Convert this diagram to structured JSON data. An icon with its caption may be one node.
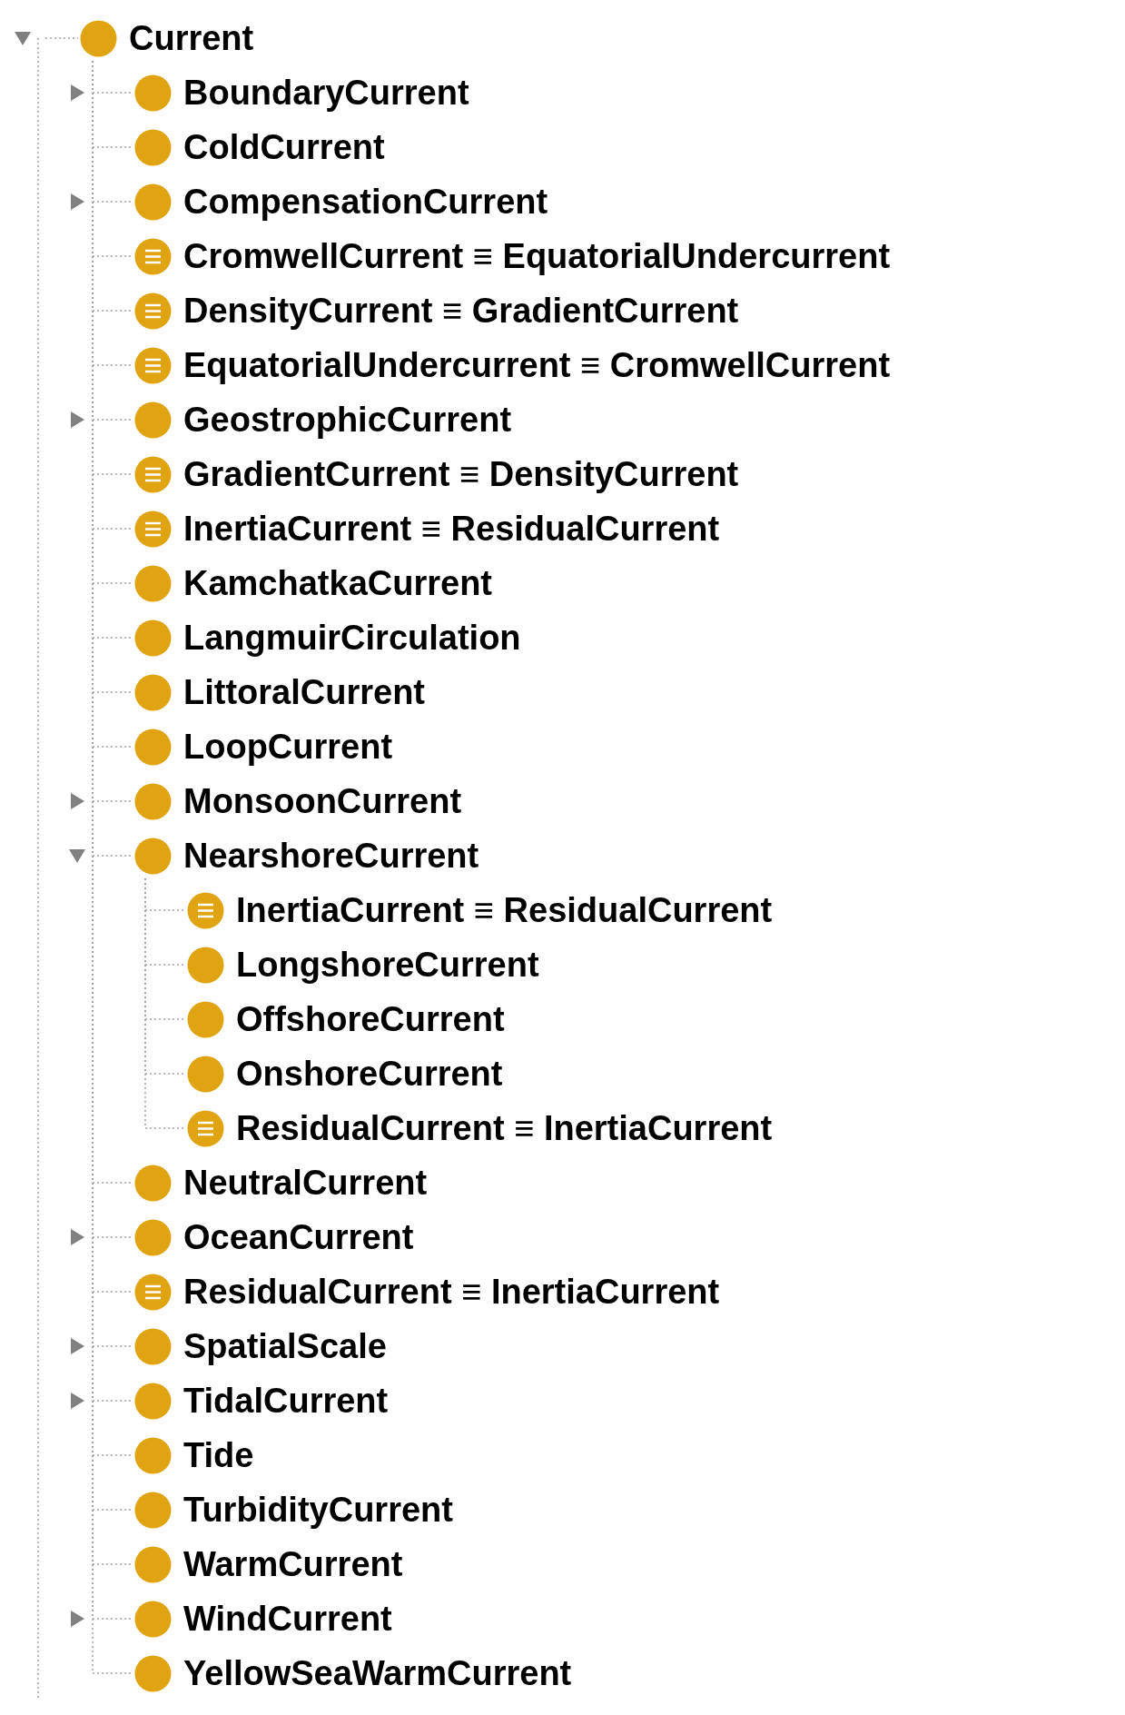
{
  "diagram": {
    "nodes": [
      {
        "text": [
          "Current"
        ]
      },
      {
        "text": [
          "BoundaryCurrent"
        ]
      },
      {
        "text": [
          "ColdCurrent"
        ]
      },
      {
        "text": [
          "CompensationCurrent"
        ]
      },
      {
        "text": [
          "CromwellCurrent ≡ EquatorialUndercurrent"
        ]
      },
      {
        "text": [
          "DensityCurrent ≡ GradientCurrent"
        ]
      },
      {
        "text": [
          "EquatorialUndercurrent ≡ CromwellCurrent"
        ]
      },
      {
        "text": [
          "GeostrophicCurrent"
        ]
      },
      {
        "text": [
          "GradientCurrent ≡ DensityCurrent"
        ]
      },
      {
        "text": [
          "InertiaCurrent ≡ ResidualCurrent"
        ]
      },
      {
        "text": [
          "KamchatkaCurrent"
        ]
      },
      {
        "text": [
          "LangmuirCirculation"
        ]
      },
      {
        "text": [
          "LittoralCurrent"
        ]
      },
      {
        "text": [
          "LoopCurrent"
        ]
      },
      {
        "text": [
          "MonsoonCurrent"
        ]
      },
      {
        "text": [
          "NearshoreCurrent"
        ]
      },
      {
        "text": [
          "InertiaCurrent ≡ ResidualCurrent"
        ]
      },
      {
        "text": [
          "LongshoreCurrent"
        ]
      },
      {
        "text": [
          "OffshoreCurrent"
        ]
      },
      {
        "text": [
          "OnshoreCurrent"
        ]
      },
      {
        "text": [
          "ResidualCurrent ≡ InertiaCurrent"
        ]
      },
      {
        "text": [
          "NeutralCurrent"
        ]
      },
      {
        "text": [
          "OceanCurrent"
        ]
      },
      {
        "text": [
          "ResidualCurrent ≡ InertiaCurrent"
        ]
      },
      {
        "text": [
          "SpatialScale"
        ]
      },
      {
        "text": [
          "TidalCurrent"
        ]
      },
      {
        "text": [
          "Tide"
        ]
      },
      {
        "text": [
          "TurbidityCurrent"
        ]
      },
      {
        "text": [
          "WarmCurrent"
        ]
      },
      {
        "text": [
          "WindCurrent"
        ]
      },
      {
        "text": [
          "YellowSeaWarmCurrent"
        ]
      }
    ],
    "edges": [
      {
        "from": 0,
        "to": 1,
        "arrow": "none"
      },
      {
        "from": 0,
        "to": 2,
        "arrow": "none"
      },
      {
        "from": 0,
        "to": 3,
        "arrow": "none"
      },
      {
        "from": 0,
        "to": 4,
        "arrow": "none"
      },
      {
        "from": 0,
        "to": 5,
        "arrow": "none"
      },
      {
        "from": 0,
        "to": 6,
        "arrow": "none"
      },
      {
        "from": 0,
        "to": 7,
        "arrow": "none"
      },
      {
        "from": 0,
        "to": 8,
        "arrow": "none"
      },
      {
        "from": 0,
        "to": 9,
        "arrow": "none"
      },
      {
        "from": 0,
        "to": 10,
        "arrow": "none"
      },
      {
        "from": 0,
        "to": 11,
        "arrow": "none"
      },
      {
        "from": 0,
        "to": 12,
        "arrow": "none"
      },
      {
        "from": 0,
        "to": 13,
        "arrow": "none"
      },
      {
        "from": 0,
        "to": 14,
        "arrow": "none"
      },
      {
        "from": 0,
        "to": 15,
        "arrow": "none"
      },
      {
        "from": 15,
        "to": 16,
        "arrow": "none"
      },
      {
        "from": 15,
        "to": 17,
        "arrow": "none"
      },
      {
        "from": 15,
        "to": 18,
        "arrow": "none"
      },
      {
        "from": 15,
        "to": 19,
        "arrow": "none"
      },
      {
        "from": 15,
        "to": 20,
        "arrow": "none"
      },
      {
        "from": 0,
        "to": 21,
        "arrow": "none"
      },
      {
        "from": 0,
        "to": 22,
        "arrow": "none"
      },
      {
        "from": 0,
        "to": 23,
        "arrow": "none"
      },
      {
        "from": 0,
        "to": 24,
        "arrow": "none"
      },
      {
        "from": 0,
        "to": 25,
        "arrow": "none"
      },
      {
        "from": 0,
        "to": 26,
        "arrow": "none"
      },
      {
        "from": 0,
        "to": 27,
        "arrow": "none"
      },
      {
        "from": 0,
        "to": 28,
        "arrow": "none"
      },
      {
        "from": 0,
        "to": 29,
        "arrow": "none"
      },
      {
        "from": 0,
        "to": 30,
        "arrow": "none"
      }
    ]
  }
}
